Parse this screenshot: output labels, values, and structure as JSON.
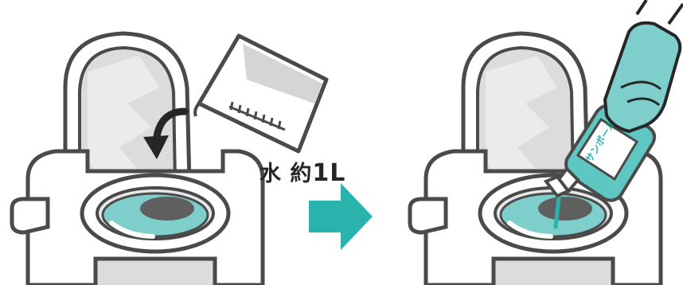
{
  "instruction": {
    "water_label": "水 約",
    "water_amount": "1L"
  },
  "bottle": {
    "label_text": "サンポール"
  },
  "colors": {
    "outline": "#4a4a4a",
    "toilet_fill": "#ffffff",
    "seat_gray": "#dcdcdc",
    "bowl_inner": "#e8e8e8",
    "water": "#7ecfcc",
    "water_drain": "#5f5f5f",
    "glove": "#7ecfcc",
    "arrow": "#2ab3ad",
    "bottle_body": "#5fc7c1",
    "cup_shade": "#d5d5d5"
  },
  "icons": {
    "flow_arrow": "right-arrow-icon",
    "pour_arrow": "curved-arrow-icon"
  }
}
